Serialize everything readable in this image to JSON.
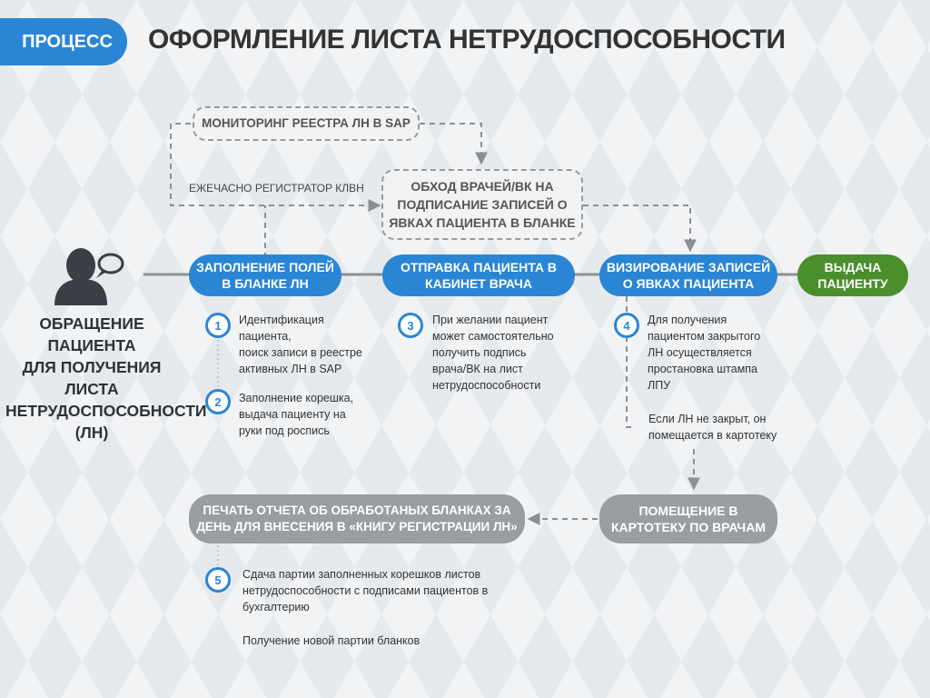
{
  "header": {
    "tag": "ПРОЦЕСС",
    "title": "ОФОРМЛЕНИЕ  ЛИСТА  НЕТРУДОСПОСОБНОСТИ"
  },
  "top": {
    "monitoring": "МОНИТОРИНГ  РЕЕСТРА  ЛН В SAP",
    "hourly": "ЕЖЕЧАСНО РЕГИСТРАТОР КЛВН",
    "rounds": [
      "ОБХОД ВРАЧЕЙ/ВК НА",
      "ПОДПИСАНИЕ ЗАПИСЕЙ О",
      "ЯВКАХ ПАЦИЕНТА В БЛАНКЕ"
    ]
  },
  "person": {
    "icon": "patient-speaking-icon",
    "caption": [
      "ОБРАЩЕНИЕ ПАЦИЕНТА",
      "ДЛЯ ПОЛУЧЕНИЯ ЛИСТА",
      "НЕТРУДОСПОСОБНОСТИ",
      "(ЛН)"
    ]
  },
  "steps": {
    "fill": [
      "ЗАПОЛНЕНИЕ ПОЛЕЙ",
      "В БЛАНКЕ ЛН"
    ],
    "send": [
      "ОТПРАВКА ПАЦИЕНТА В",
      "КАБИНЕТ ВРАЧА"
    ],
    "visa": [
      "ВИЗИРОВАНИЕ ЗАПИСЕЙ",
      "О ЯВКАХ ПАЦИЕНТА"
    ],
    "issue": [
      "ВЫДАЧА",
      "ПАЦИЕНТУ"
    ],
    "file": [
      "ПОМЕЩЕНИЕ В",
      "КАРТОТЕКУ ПО ВРАЧАМ"
    ],
    "print": [
      "ПЕЧАТЬ ОТЧЕТА  ОБ ОБРАБОТАНЫХ БЛАНКАХ ЗА",
      "ДЕНЬ ДЛЯ ВНЕСЕНИЯ В «КНИГУ РЕГИСТРАЦИИ ЛН»"
    ]
  },
  "notes": {
    "n1": {
      "num": "1",
      "lines": [
        "Идентификация",
        "пациента,",
        "поиск записи в реестре",
        "активных ЛН в SAP"
      ]
    },
    "n2": {
      "num": "2",
      "lines": [
        "Заполнение корешка,",
        "выдача пациенту на",
        "руки под роспись"
      ]
    },
    "n3": {
      "num": "3",
      "lines": [
        "При желании пациент",
        "может самостоятельно",
        "получить подпись",
        "врача/ВК на лист",
        "нетрудоспособности"
      ]
    },
    "n4": {
      "num": "4",
      "lines": [
        "Для получения",
        "пациентом закрытого",
        "ЛН осуществляется",
        "простановка штампа",
        "ЛПУ"
      ]
    },
    "not_closed": [
      "Если ЛН не закрыт, он",
      "помещается в картотеку"
    ],
    "n5": {
      "num": "5",
      "lines": [
        "Сдача партии заполненных корешков листов",
        "нетрудоспособности с подписами пациентов в",
        "бухгалтерию"
      ]
    },
    "new_batch": "Получение новой партии бланков"
  },
  "colors": {
    "blue": "#2a86d5",
    "gray": "#9a9da1",
    "green": "#4a8f2c",
    "line": "#8c8f93"
  }
}
